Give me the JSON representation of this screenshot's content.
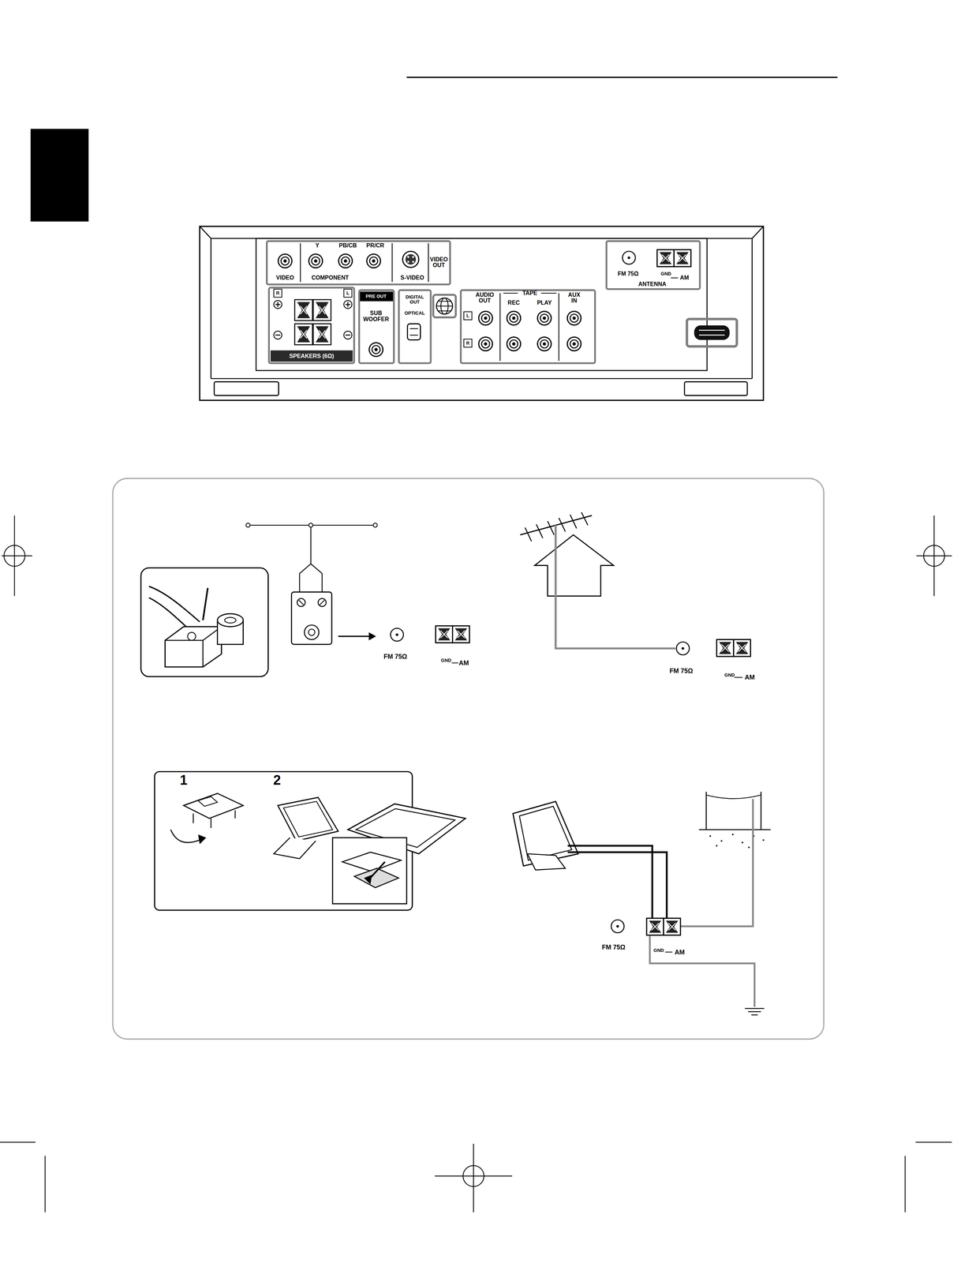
{
  "diagram": {
    "nodes": [
      {
        "text": [
          "Y",
          "PB/CB",
          "PR/CR",
          "VIDEO",
          "COMPONENT",
          "S-VIDEO",
          "VIDEO OUT"
        ]
      },
      {
        "text": [
          "FM 75Ω",
          "GND",
          "AM",
          "ANTENNA"
        ]
      },
      {
        "text": [
          "R",
          "L",
          "SPEAKERS (6Ω)"
        ]
      },
      {
        "text": [
          "PRE OUT",
          "SUB WOOFER"
        ]
      },
      {
        "text": [
          "DIGITAL OUT",
          "OPTICAL"
        ]
      },
      {
        "text": [
          "AUDIO OUT",
          "TAPE",
          "REC",
          "PLAY",
          "AUX IN",
          "L",
          "R"
        ]
      }
    ],
    "labels": [
      "FM 75Ω",
      "GND",
      "AM",
      "FM 75Ω",
      "GND",
      "AM",
      "1",
      "2",
      "FM 75Ω",
      "GND",
      "AM"
    ]
  }
}
